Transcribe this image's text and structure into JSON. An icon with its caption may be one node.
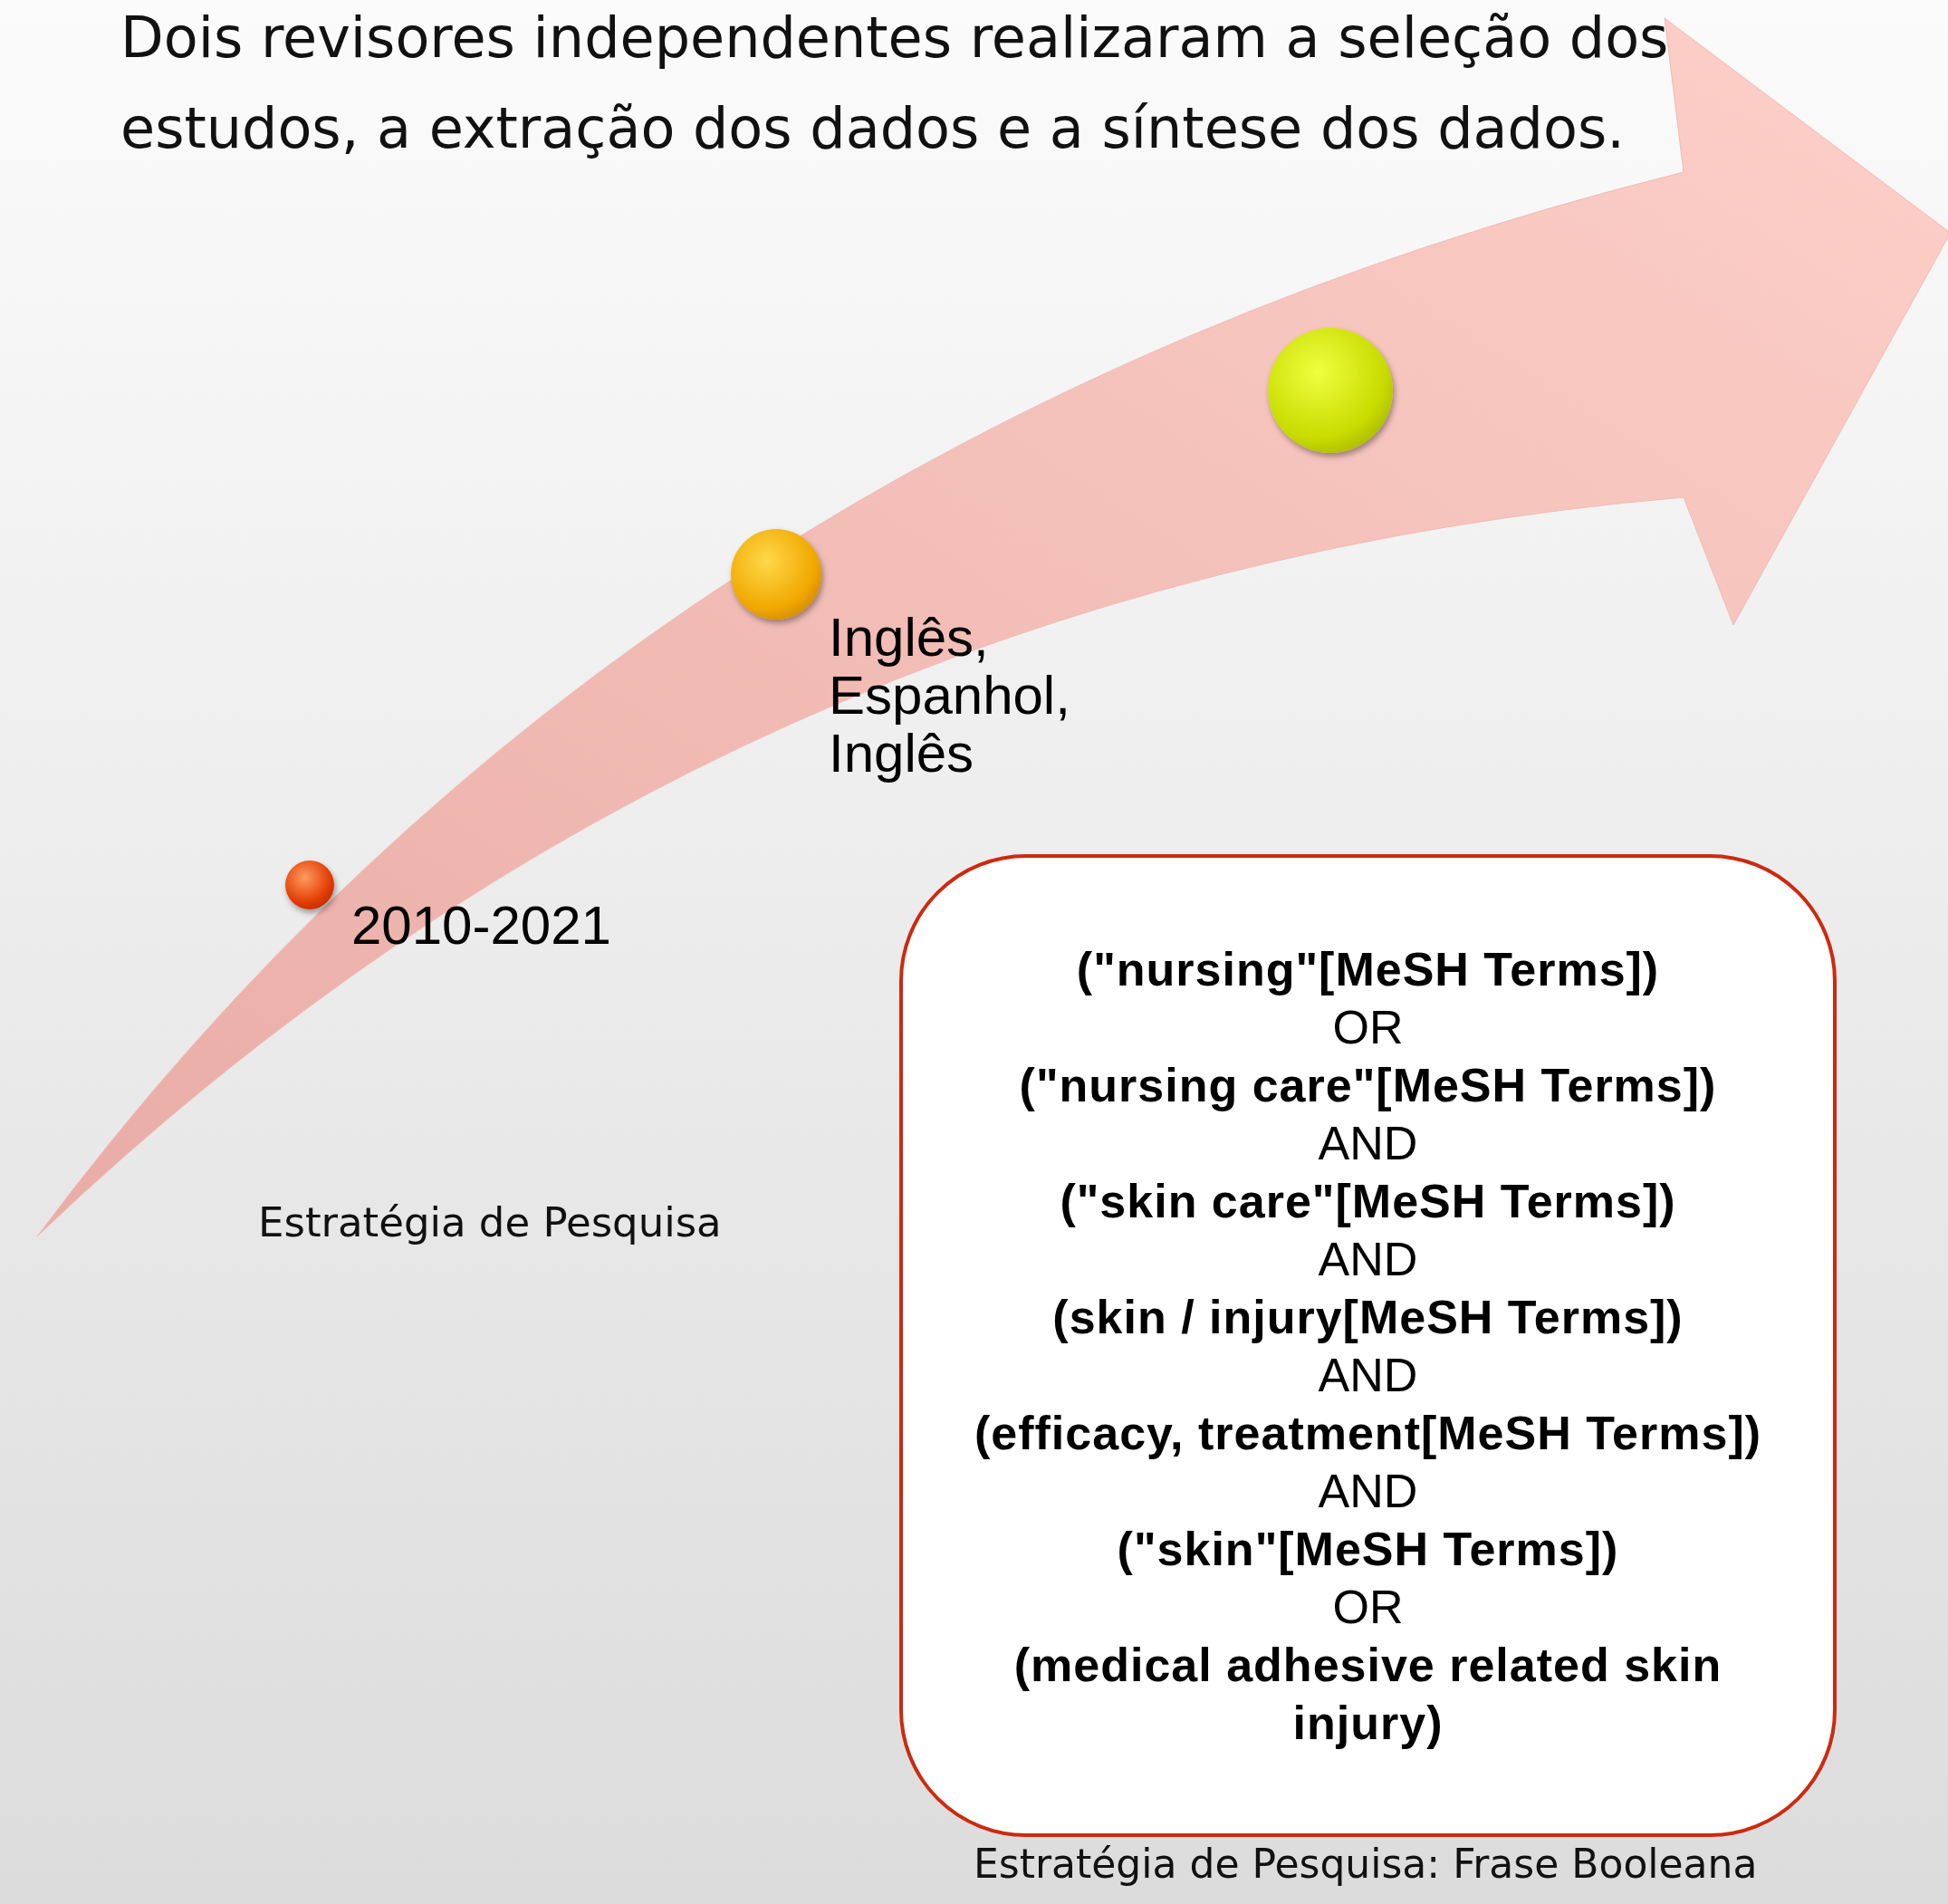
{
  "diagram": {
    "title": "Dois revisores independentes realizaram a seleção dos estudos, a extração dos dados e a síntese dos dados.",
    "nodes": [
      {
        "text": [],
        "shape": "circle",
        "beside": [
          "2010-2021"
        ]
      },
      {
        "text": [],
        "shape": "circle",
        "beside": [
          "Inglês, Espanhol, Inglês"
        ]
      },
      {
        "text": [],
        "shape": "circle"
      },
      {
        "text": [
          "(\"nursing\"[MeSH Terms])",
          "OR",
          "(\"nursing care\"[MeSH Terms])",
          "AND",
          "(\"skin care\"[MeSH Terms])",
          "AND",
          "(skin / injury[MeSH Terms])",
          "AND",
          "(efficacy, treatment[MeSH Terms])",
          "AND",
          "(\"skin\"[MeSH Terms])",
          "OR",
          "(medical adhesive related skin injury)"
        ],
        "beside": [
          "Estratégia de Pesquisa: Frase Booleana"
        ]
      }
    ],
    "labels": [
      "Estratégia de Pesquisa"
    ]
  }
}
